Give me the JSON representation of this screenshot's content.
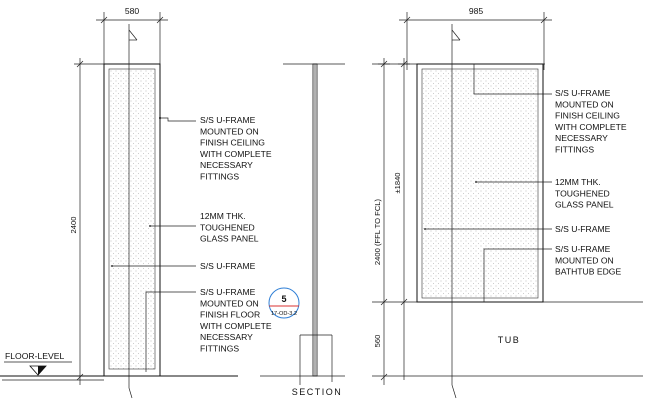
{
  "left_elevation": {
    "width_dim": "580",
    "height_dim": "2400",
    "notes": {
      "ceiling_frame": [
        "S/S U-FRAME",
        "MOUNTED ON",
        "FINISH CEILING",
        "WITH COMPLETE",
        "NECESSARY",
        "FITTINGS"
      ],
      "glass_panel": [
        "12MM THK.",
        "TOUGHENED",
        "GLASS PANEL"
      ],
      "u_frame": [
        "S/S U-FRAME"
      ],
      "floor_frame": [
        "S/S U-FRAME",
        "MOUNTED ON",
        "FINISH FLOOR",
        "WITH COMPLETE",
        "NECESSARY",
        "FITTINGS"
      ]
    },
    "floor_level_label": "FLOOR-LEVEL"
  },
  "section": {
    "marker_number": "5",
    "marker_ref": "17-OD-3.2",
    "label": "SECTION"
  },
  "right_elevation": {
    "width_dim": "985",
    "height_dim_upper": "±1840",
    "height_dim_total": "2400 (FFL TO FCL)",
    "height_dim_lower": "560",
    "notes": {
      "ceiling_frame": [
        "S/S U-FRAME",
        "MOUNTED ON",
        "FINISH CEILING",
        "WITH COMPLETE",
        "NECESSARY",
        "FITTINGS"
      ],
      "glass_panel": [
        "12MM THK.",
        "TOUGHENED",
        "GLASS PANEL"
      ],
      "u_frame": [
        "S/S U-FRAME"
      ],
      "bathtub_frame": [
        "S/S U-FRAME",
        "MOUNTED ON",
        "BATHTUB EDGE"
      ]
    },
    "tub_label": "TUB"
  },
  "colors": {
    "ink": "#111111",
    "marker_circle": "#2f7fd6",
    "marker_line": "#d83030"
  }
}
